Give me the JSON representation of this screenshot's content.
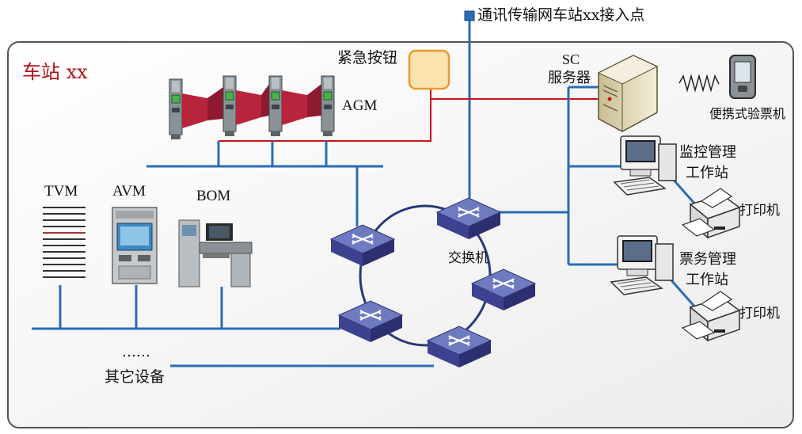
{
  "diagram": {
    "access_point": "通讯传输网车站xx接入点",
    "station": "车站 xx",
    "emergency_button": "紧急按钮",
    "agm": "AGM",
    "sc_server_line1": "SC",
    "sc_server_line2": "服务器",
    "portable_checker": "便携式验票机",
    "monitor_ws_line1": "监控管理",
    "monitor_ws_line2": "工作站",
    "printer_1": "打印机",
    "ticket_ws_line1": "票务管理",
    "ticket_ws_line2": "工作站",
    "printer_2": "打印机",
    "tvm": "TVM",
    "avm": "AVM",
    "bom": "BOM",
    "switch": "交换机",
    "ellipsis": "……",
    "other_devices": "其它设备"
  },
  "colors": {
    "network_line": "#2a6db5",
    "alarm_line": "#c8151b",
    "station_title": "#b1121a",
    "switch_top": "#6670b8",
    "switch_side": "#3b3f86",
    "border": "#555555",
    "button_fill": "#fbe3b0",
    "button_stroke": "#e89a2c"
  }
}
